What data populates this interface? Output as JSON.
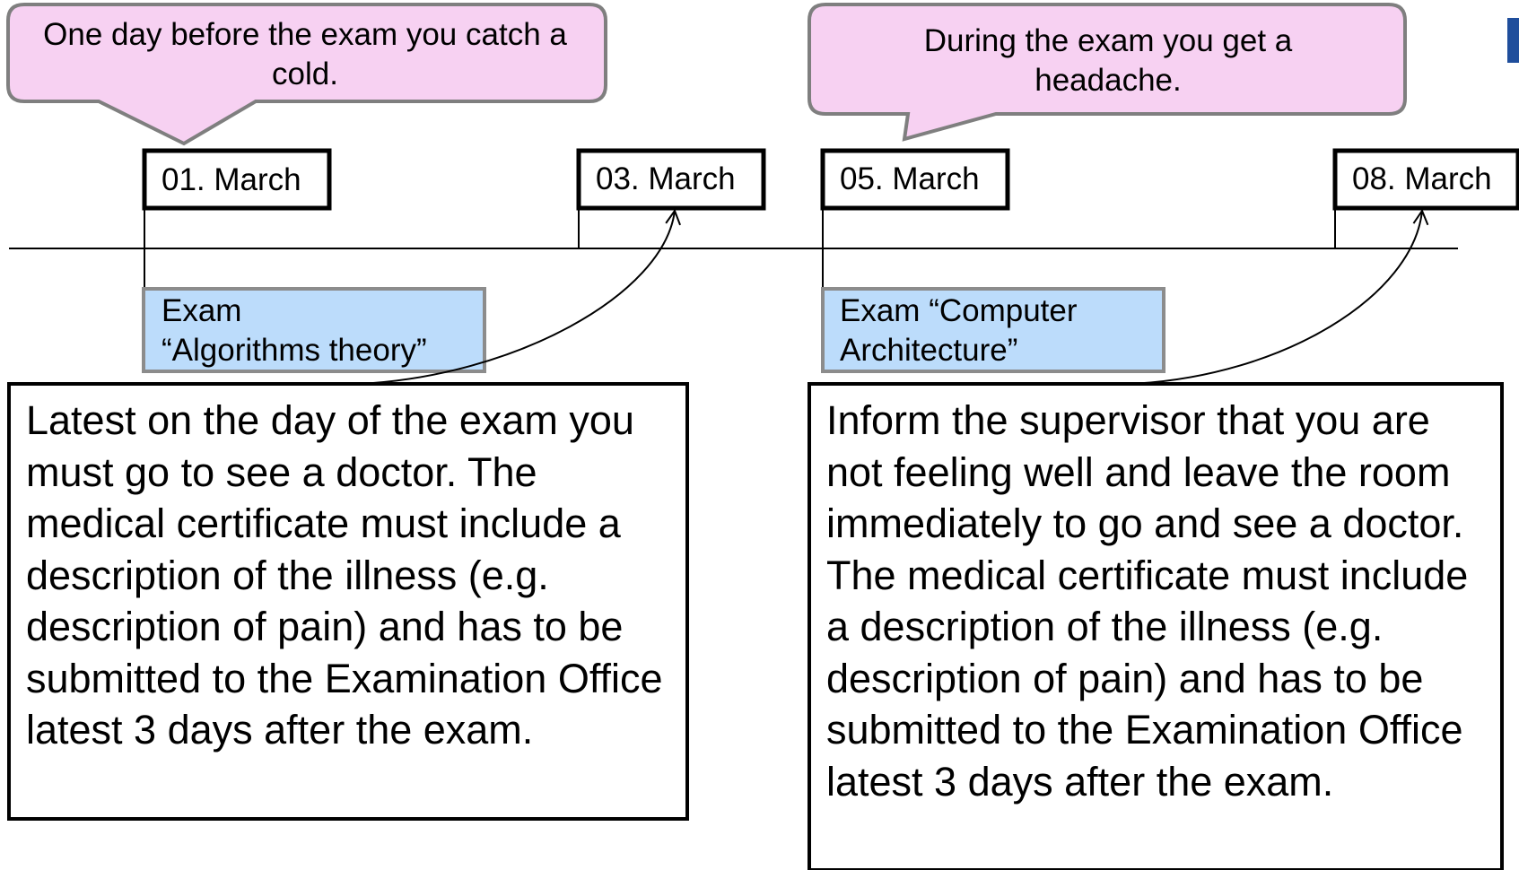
{
  "colors": {
    "bubble_fill": "#f7d1f2",
    "bubble_stroke": "#7f7f7f",
    "exam_fill": "#bcdcfb",
    "exam_stroke": "#8c8c8c",
    "line": "#000000",
    "logo_blue": "#1f4e9c"
  },
  "bubbles": [
    {
      "text": "One day before the exam you catch a cold."
    },
    {
      "text": "During the exam you get a headache."
    }
  ],
  "dates": [
    {
      "label": "01. March"
    },
    {
      "label": "03. March"
    },
    {
      "label": "05. March"
    },
    {
      "label": "08. March"
    }
  ],
  "exams": [
    {
      "text": "Exam\n“Algorithms theory”"
    },
    {
      "text": "Exam “Computer\nArchitecture”"
    }
  ],
  "notes": [
    {
      "text": "Latest on the day of the exam you must go to see a doctor. The medical certificate must include a description of the illness (e.g. description of pain) and has to be submitted to the Examination Office latest 3 days after the exam."
    },
    {
      "text": "Inform the supervisor that you are not feeling well and leave the room immediately to go and see a doctor. The medical certificate must include a description of the illness (e.g. description of pain) and has to be submitted to the Examination Office latest 3 days after the exam."
    }
  ]
}
